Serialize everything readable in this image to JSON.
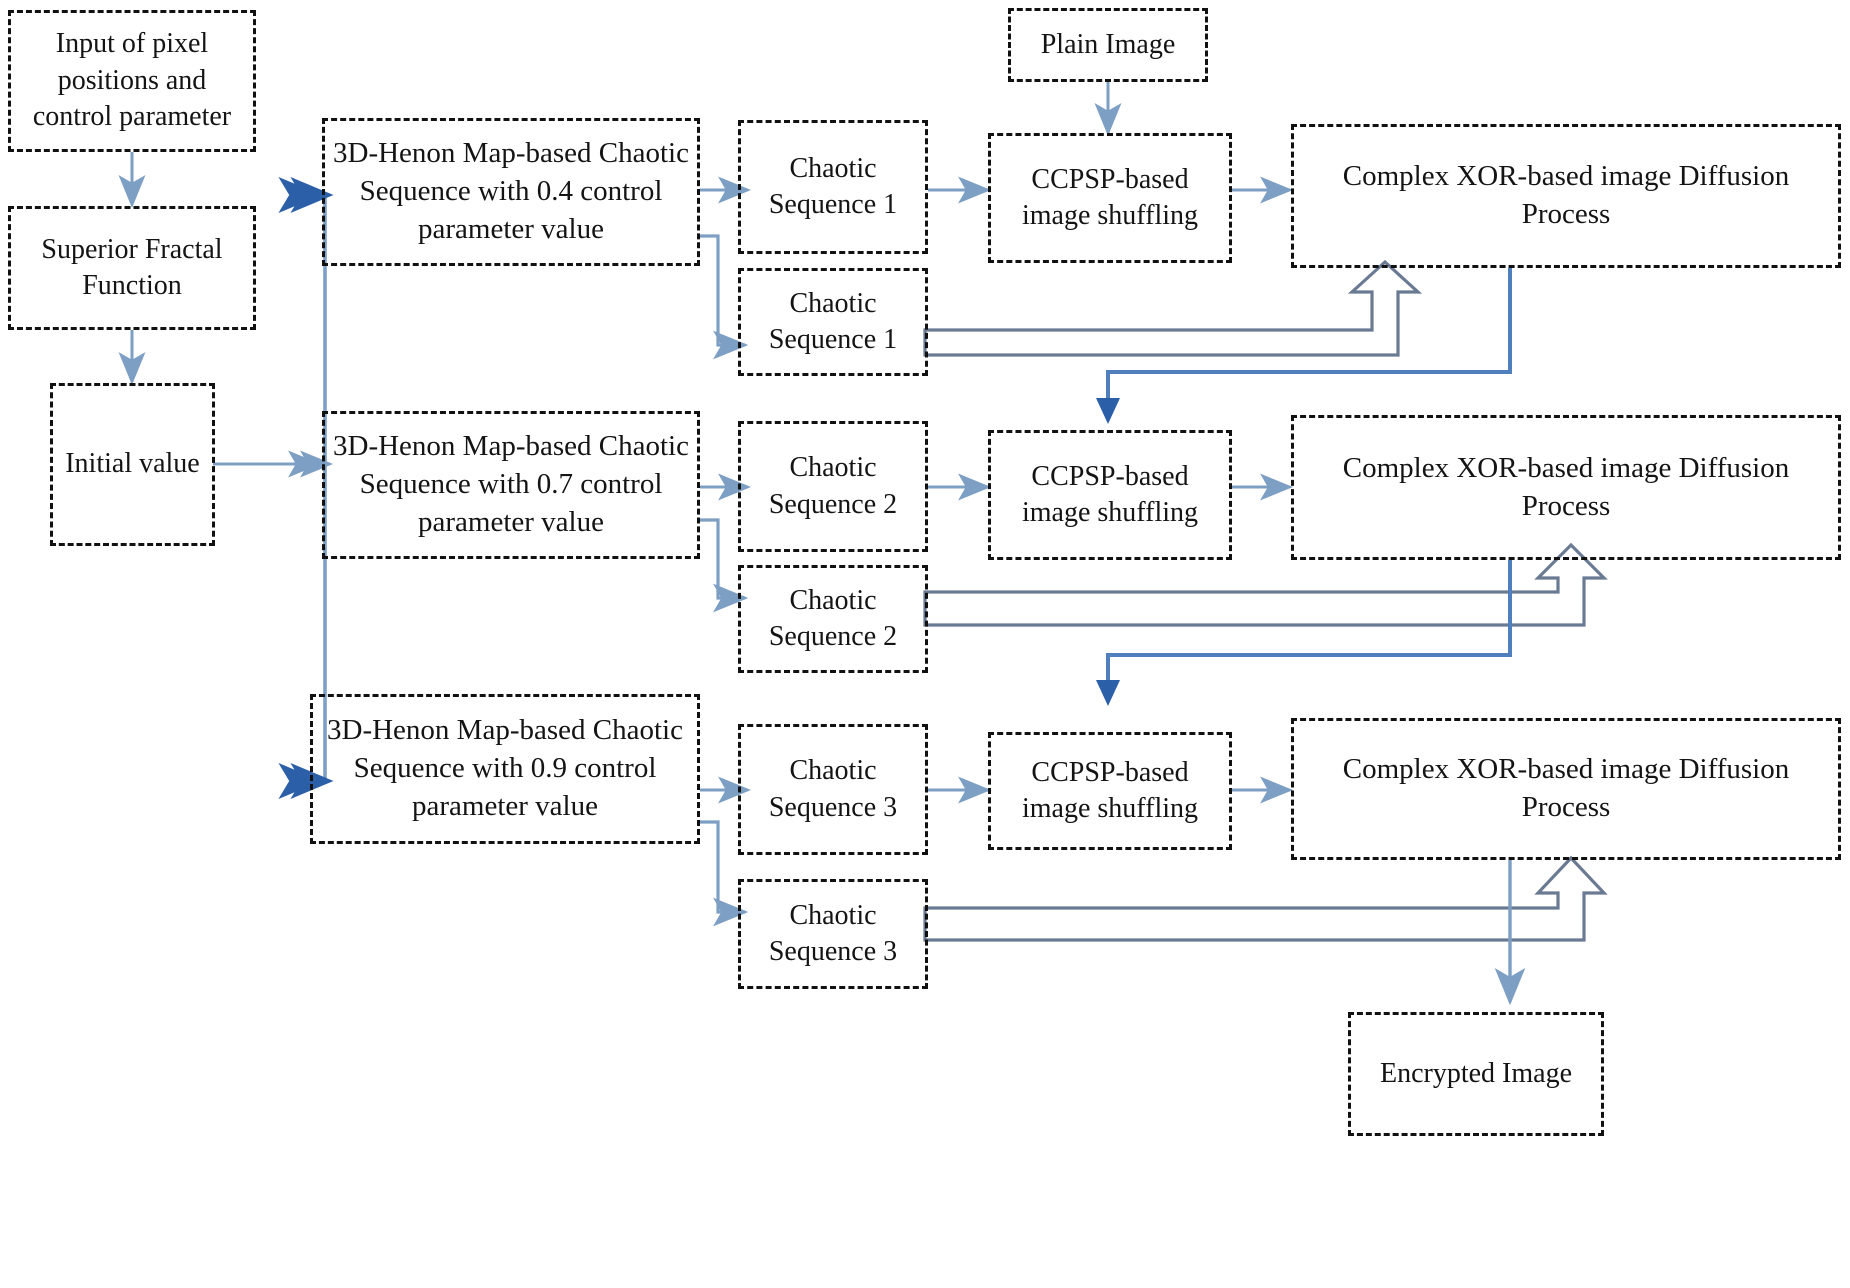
{
  "diagram": {
    "title": "Chaotic image encryption flowchart",
    "colors": {
      "box_border": "#111111",
      "thin_arrow": "#7e9fc4",
      "thick_arrow": "#6b7a93",
      "dark_arrow": "#2b5fa8",
      "text": "#141414",
      "background": "#ffffff"
    },
    "nodes": [
      {
        "id": "input-pixel",
        "label": "Input of pixel positions and control parameter"
      },
      {
        "id": "superior-fractal",
        "label": "Superior Fractal Function"
      },
      {
        "id": "initial-value",
        "label": "Initial value"
      },
      {
        "id": "plain-image",
        "label": "Plain Image"
      },
      {
        "id": "henon-1",
        "label": "3D-Henon Map-based Chaotic Sequence with 0.4 control parameter value"
      },
      {
        "id": "henon-2",
        "label": "3D-Henon Map-based Chaotic Sequence with 0.7 control parameter value"
      },
      {
        "id": "henon-3",
        "label": "3D-Henon Map-based Chaotic Sequence with 0.9 control parameter value"
      },
      {
        "id": "chaotic-seq-1a",
        "label": "Chaotic Sequence 1"
      },
      {
        "id": "chaotic-seq-1b",
        "label": "Chaotic Sequence 1"
      },
      {
        "id": "chaotic-seq-2a",
        "label": "Chaotic Sequence 2"
      },
      {
        "id": "chaotic-seq-2b",
        "label": "Chaotic Sequence 2"
      },
      {
        "id": "chaotic-seq-3a",
        "label": "Chaotic Sequence 3"
      },
      {
        "id": "chaotic-seq-3b",
        "label": "Chaotic Sequence 3"
      },
      {
        "id": "ccpsp-1",
        "label": "CCPSP-based image shuffling"
      },
      {
        "id": "ccpsp-2",
        "label": "CCPSP-based image shuffling"
      },
      {
        "id": "ccpsp-3",
        "label": "CCPSP-based image shuffling"
      },
      {
        "id": "xor-1",
        "label": "Complex XOR-based image Diffusion Process"
      },
      {
        "id": "xor-2",
        "label": "Complex XOR-based image Diffusion Process"
      },
      {
        "id": "xor-3",
        "label": "Complex XOR-based image Diffusion Process"
      },
      {
        "id": "encrypted-image",
        "label": "Encrypted Image"
      }
    ],
    "control_parameter_values": [
      "0.4",
      "0.7",
      "0.9"
    ],
    "edges": [
      {
        "from": "input-pixel",
        "to": "superior-fractal",
        "style": "thin-arrow"
      },
      {
        "from": "superior-fractal",
        "to": "initial-value",
        "style": "thin-arrow"
      },
      {
        "from": "initial-value",
        "to": "henon-1",
        "style": "thin-arrow"
      },
      {
        "from": "initial-value",
        "to": "henon-2",
        "style": "thin-arrow"
      },
      {
        "from": "initial-value",
        "to": "henon-3",
        "style": "thin-arrow"
      },
      {
        "from": "henon-1",
        "to": "chaotic-seq-1a",
        "style": "thin-arrow"
      },
      {
        "from": "henon-1",
        "to": "chaotic-seq-1b",
        "style": "thin-arrow"
      },
      {
        "from": "henon-2",
        "to": "chaotic-seq-2a",
        "style": "thin-arrow"
      },
      {
        "from": "henon-2",
        "to": "chaotic-seq-2b",
        "style": "thin-arrow"
      },
      {
        "from": "henon-3",
        "to": "chaotic-seq-3a",
        "style": "thin-arrow"
      },
      {
        "from": "henon-3",
        "to": "chaotic-seq-3b",
        "style": "thin-arrow"
      },
      {
        "from": "chaotic-seq-1a",
        "to": "ccpsp-1",
        "style": "thin-arrow"
      },
      {
        "from": "chaotic-seq-2a",
        "to": "ccpsp-2",
        "style": "thin-arrow"
      },
      {
        "from": "chaotic-seq-3a",
        "to": "ccpsp-3",
        "style": "thin-arrow"
      },
      {
        "from": "plain-image",
        "to": "ccpsp-1",
        "style": "thin-arrow"
      },
      {
        "from": "ccpsp-1",
        "to": "xor-1",
        "style": "thin-arrow"
      },
      {
        "from": "ccpsp-2",
        "to": "xor-2",
        "style": "thin-arrow"
      },
      {
        "from": "ccpsp-3",
        "to": "xor-3",
        "style": "thin-arrow"
      },
      {
        "from": "chaotic-seq-1b",
        "to": "xor-1",
        "style": "hollow-block-arrow"
      },
      {
        "from": "chaotic-seq-2b",
        "to": "xor-2",
        "style": "hollow-block-arrow"
      },
      {
        "from": "chaotic-seq-3b",
        "to": "xor-3",
        "style": "hollow-block-arrow"
      },
      {
        "from": "xor-1",
        "to": "ccpsp-2",
        "style": "thick-arrow"
      },
      {
        "from": "xor-2",
        "to": "ccpsp-3",
        "style": "thick-arrow"
      },
      {
        "from": "xor-3",
        "to": "encrypted-image",
        "style": "thin-arrow"
      }
    ]
  }
}
